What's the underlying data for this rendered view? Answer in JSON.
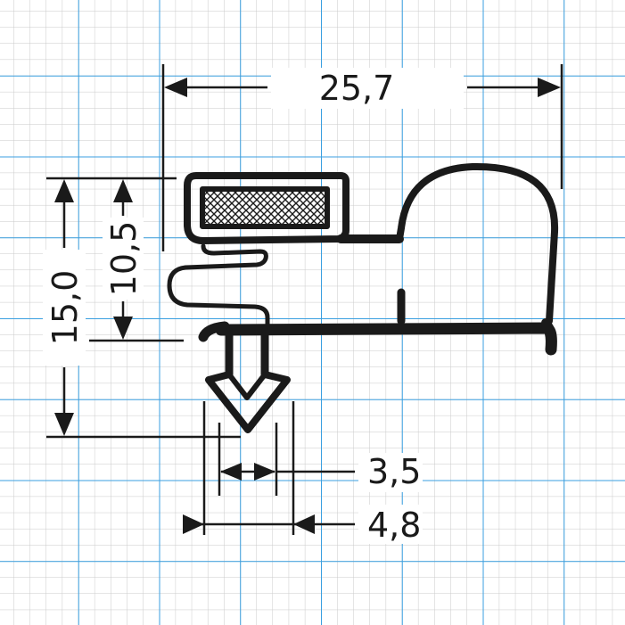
{
  "colors": {
    "background": "#ffffff",
    "grid_minor": "#c8c8c8",
    "grid_major": "#3a9fe0",
    "ink": "#1a1a1a"
  },
  "dimensions": {
    "overall_width": "25,7",
    "overall_height": "15,0",
    "upper_height": "10,5",
    "stem_width": "3,5",
    "barb_width": "4,8"
  }
}
